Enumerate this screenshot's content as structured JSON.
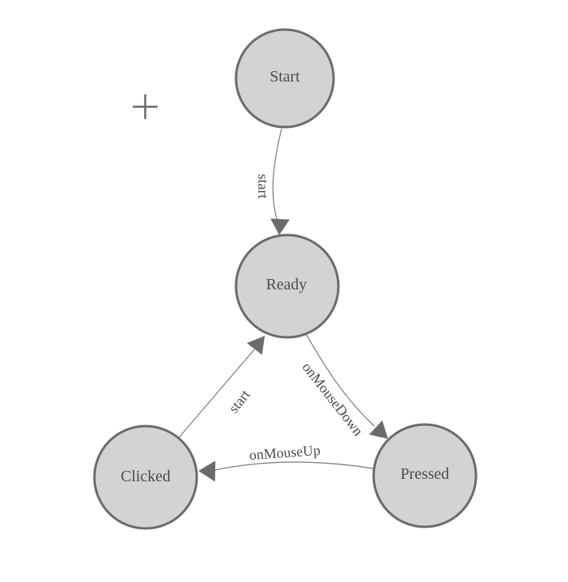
{
  "canvas": {
    "background_color": "#ffffff",
    "node_fill_color": "#d3d3d3",
    "node_stroke_color": "#6b6b6b",
    "edge_line_color": "#7b7b7b",
    "arrowhead_color": "#6b6b6b",
    "label_color": "#4c4c4c"
  },
  "origin_marker": {
    "icon": "plus-icon"
  },
  "nodes": [
    {
      "id": "start",
      "label": "Start"
    },
    {
      "id": "ready",
      "label": "Ready"
    },
    {
      "id": "clicked",
      "label": "Clicked"
    },
    {
      "id": "pressed",
      "label": "Pressed"
    }
  ],
  "edges": [
    {
      "from": "Start",
      "to": "Ready",
      "label": "start"
    },
    {
      "from": "Ready",
      "to": "Pressed",
      "label": "onMouseDown"
    },
    {
      "from": "Pressed",
      "to": "Clicked",
      "label": "onMouseUp"
    },
    {
      "from": "Clicked",
      "to": "Ready",
      "label": "start"
    }
  ]
}
